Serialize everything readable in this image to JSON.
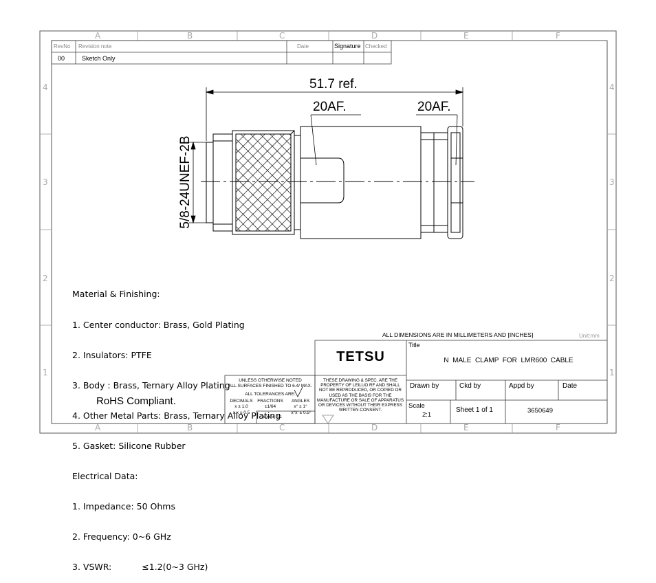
{
  "zones": {
    "columns": [
      "A",
      "B",
      "C",
      "D",
      "E",
      "F"
    ],
    "rows": [
      "4",
      "3",
      "2",
      "1"
    ]
  },
  "revision_table": {
    "headers": [
      "RevNo",
      "Revision note",
      "Date",
      "Signature",
      "Checked"
    ],
    "rows": [
      [
        "00",
        "Sketch Only",
        "",
        "",
        ""
      ]
    ]
  },
  "dimensions": {
    "overall_length": "51.7 ref.",
    "body_af": "20AF.",
    "nut_af": "20AF.",
    "thread": "5/8-24UNEF-2B"
  },
  "notes": {
    "lines": [
      "Material & Finishing:",
      "1. Center conductor: Brass, Gold Plating",
      "2. Insulators: PTFE",
      "3. Body : Brass, Ternary Alloy Plating",
      "4. Other Metal Parts: Brass, Ternary Alloy Plating",
      "5. Gasket: Silicone Rubber",
      "Electrical Data:",
      "1. Impedance: 50 Ohms",
      "2. Frequency: 0~6 GHz"
    ],
    "vswr_label": "3. VSWR:",
    "vswr_value": "≤1.2(0~3 GHz)"
  },
  "rohs": "RoHS Compliant.",
  "units_note": "ALL DIMENSIONS ARE IN MILLIMETERS AND [INCHES]",
  "unit": "Unit:mm",
  "tolerance_block": {
    "line1": "UNLESS OTHERWISE NOTED",
    "line2": "ALL SURFACES FINISHED TO 6.4/ MAX.",
    "line3": "ALL TOLERANCES ARE:",
    "headers": [
      "DECIMALS",
      "FRACTIONS",
      "ANGLES"
    ],
    "decimals": [
      "x ± 1.0",
      "x.x ± 0.5",
      "x.xx ± 0.1"
    ],
    "fractions": "±1/64",
    "angles": [
      "x° ± 1°",
      "x°x' ± 0.5°"
    ]
  },
  "legal": "THESE DRAWING & SPEC. ARE THE PROPERTY OF LEILUO RF AND SHALL NOT BE REPRODUCED, OR COPIED OR USED AS THE BASIS FOR THE MANUFACTURE OR SALE OF APPARATUS OR DEVICES WITHOUT THEIR EXPRESS WRITTEN CONSENT.",
  "title_block": {
    "company": "TETSU",
    "title_label": "Title",
    "title": "N  MALE  CLAMP  FOR  LMR600  CABLE",
    "drawn_by": "Drawn by",
    "ckd_by": "Ckd by",
    "appd_by": "Appd by",
    "date": "Date",
    "scale_label": "Scale",
    "scale_value": "2:1",
    "sheet": "Sheet 1 of 1",
    "part_no": "3650649"
  }
}
